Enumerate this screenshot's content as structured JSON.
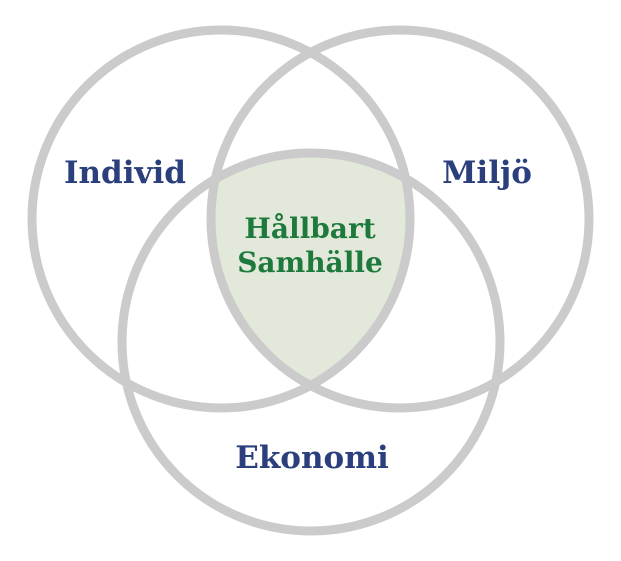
{
  "diagram": {
    "sets": {
      "individ": {
        "label": "Individ"
      },
      "miljo": {
        "label": "Miljö"
      },
      "ekonomi": {
        "label": "Ekonomi"
      }
    },
    "center": {
      "line1": "Hållbart",
      "line2": "Samhälle"
    }
  },
  "colors": {
    "circle_stroke": "#cbcbcb",
    "outer_label": "#2b3f7d",
    "center_label": "#1e7a3c",
    "center_fill": "#e3e9da"
  }
}
